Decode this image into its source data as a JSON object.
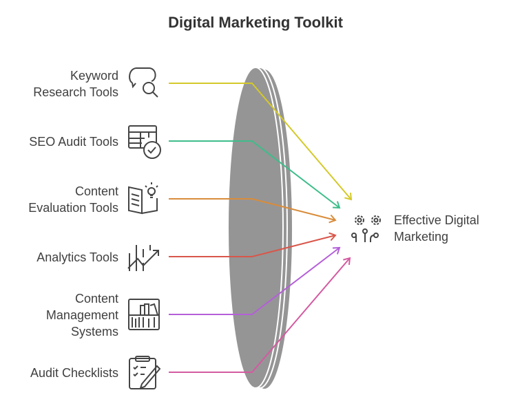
{
  "title": "Digital Marketing Toolkit",
  "inputs": [
    {
      "label": "Keyword Research Tools",
      "line1": "Keyword",
      "line2": "Research Tools",
      "icon": "chat-search-icon",
      "color": "#d4c92a"
    },
    {
      "label": "SEO Audit Tools",
      "line1": "SEO Audit Tools",
      "icon": "table-check-icon",
      "color": "#3dbd8a"
    },
    {
      "label": "Content Evaluation Tools",
      "line1": "Content",
      "line2": "Evaluation Tools",
      "icon": "book-bulb-icon",
      "color": "#d98c3a"
    },
    {
      "label": "Analytics Tools",
      "line1": "Analytics Tools",
      "icon": "chart-trend-icon",
      "color": "#d9564a"
    },
    {
      "label": "Content Management Systems",
      "line1": "Content",
      "line2": "Management",
      "line3": "Systems",
      "icon": "bookshelf-icon",
      "color": "#b45fd8"
    },
    {
      "label": "Audit Checklists",
      "line1": "Audit Checklists",
      "icon": "clipboard-pen-icon",
      "color": "#d45aa0"
    }
  ],
  "output": {
    "line1": "Effective Digital",
    "line2": "Marketing",
    "icon": "gears-circuit-icon"
  },
  "lens_color": "#959595"
}
